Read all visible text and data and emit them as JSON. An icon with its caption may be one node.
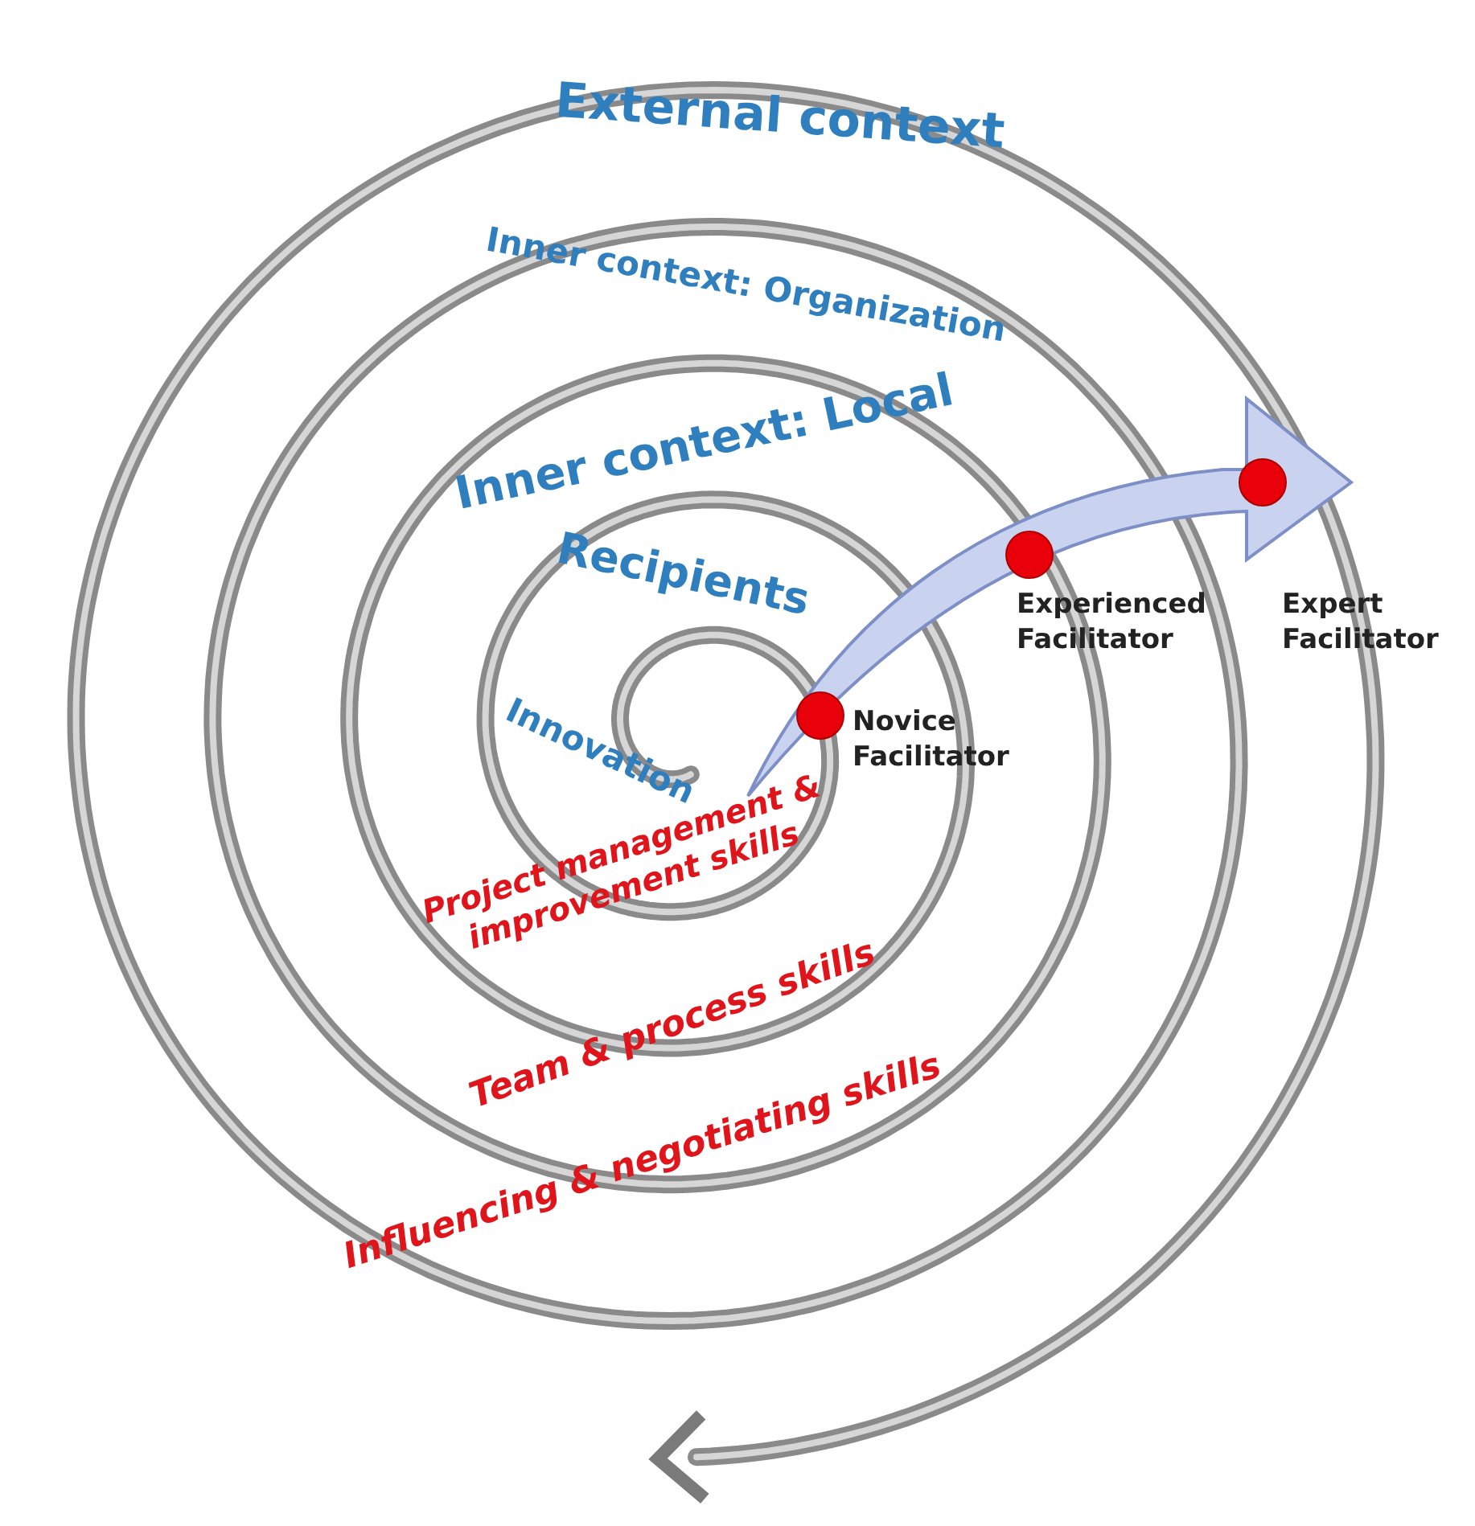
{
  "diagram": {
    "nodes": [
      {
        "text": [],
        "shape": "circle",
        "beside": [
          "Novice Facilitator"
        ]
      },
      {
        "text": [],
        "shape": "circle",
        "beside": [
          "Experienced Facilitator"
        ]
      },
      {
        "text": [],
        "shape": "circle",
        "beside": [
          "Expert Facilitator"
        ]
      }
    ],
    "edges": [],
    "labels": [
      "External context",
      "Inner context: Organization",
      "Inner context: Local",
      "Recipients",
      "Innovation",
      "Project management & improvement skills",
      "Team & process skills",
      "Influencing & negotiating skills"
    ]
  }
}
